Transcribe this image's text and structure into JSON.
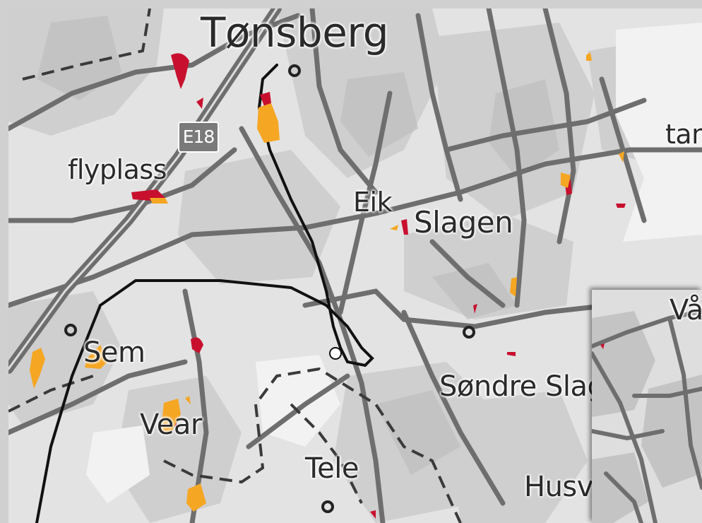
{
  "map": {
    "places": {
      "tonsberg": "Tønsberg",
      "flyplass": "flyplass",
      "eik": "Eik",
      "slagen": "Slagen",
      "sem": "Sem",
      "vear": "Vear",
      "sondre_slagen": "Søndre Slag",
      "tele": "Tele",
      "husv": "Husv",
      "tan": "tan",
      "vaal": "Vål"
    },
    "road_shield": "E18",
    "colors": {
      "background": "#e2e2e2",
      "terrain": "#cfcfcf",
      "road": "#6e6e6e",
      "track": "#111111",
      "hotspot_red": "#c8102e",
      "hotspot_orange": "#f5a623"
    }
  }
}
